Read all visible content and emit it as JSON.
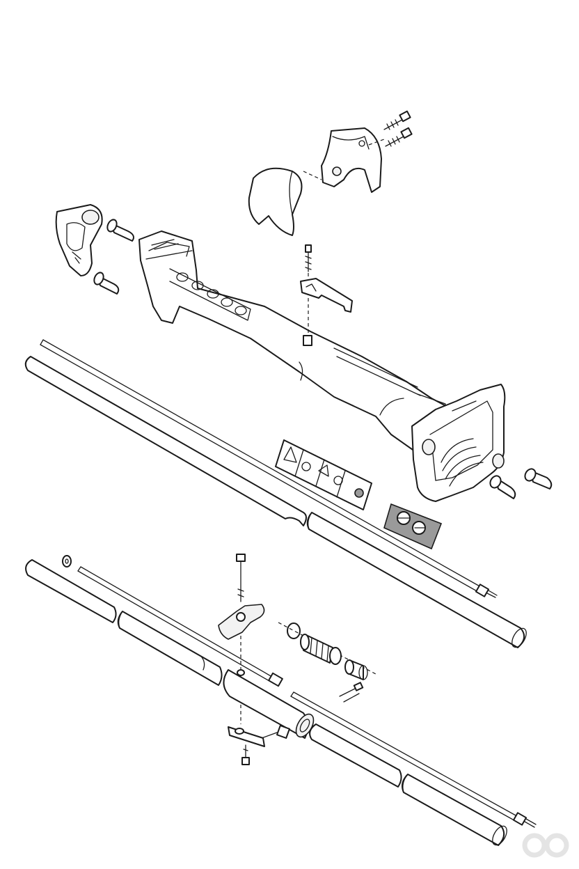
{
  "diagram": {
    "type": "exploded-parts-diagram",
    "parts": [
      "rear-handle-bracket",
      "bumper-plug-upper",
      "bumper-plug-lower",
      "grip-cover",
      "handle-clamp-shell",
      "handle-clamp-screw-upper",
      "handle-clamp-screw-lower",
      "main-housing",
      "throttle-mount-screw",
      "throttle-mount-clip",
      "warning-label",
      "symbol-label",
      "engine-mount-housing",
      "mount-bumper-front",
      "mount-bumper-rear",
      "upper-shaft-tube",
      "upper-drive-shaft",
      "lower-shaft-tube",
      "lower-drive-shaft",
      "washer",
      "coupler-bolt",
      "wing-knob",
      "o-ring",
      "bearing-sleeve",
      "bushing",
      "coupler-screws",
      "coupler-tube",
      "coupler-clamp-plate",
      "coupler-nut",
      "extension-drive-shaft",
      "extension-shaft-tube"
    ],
    "colors": {
      "line": "#1a1a1a",
      "fill": "#ffffff",
      "shade": "#f2f2f2",
      "dark": "#9a9a9a",
      "watermark": "#e4e4e4"
    },
    "watermark": {
      "icon": "watermark-logo-icon"
    }
  }
}
